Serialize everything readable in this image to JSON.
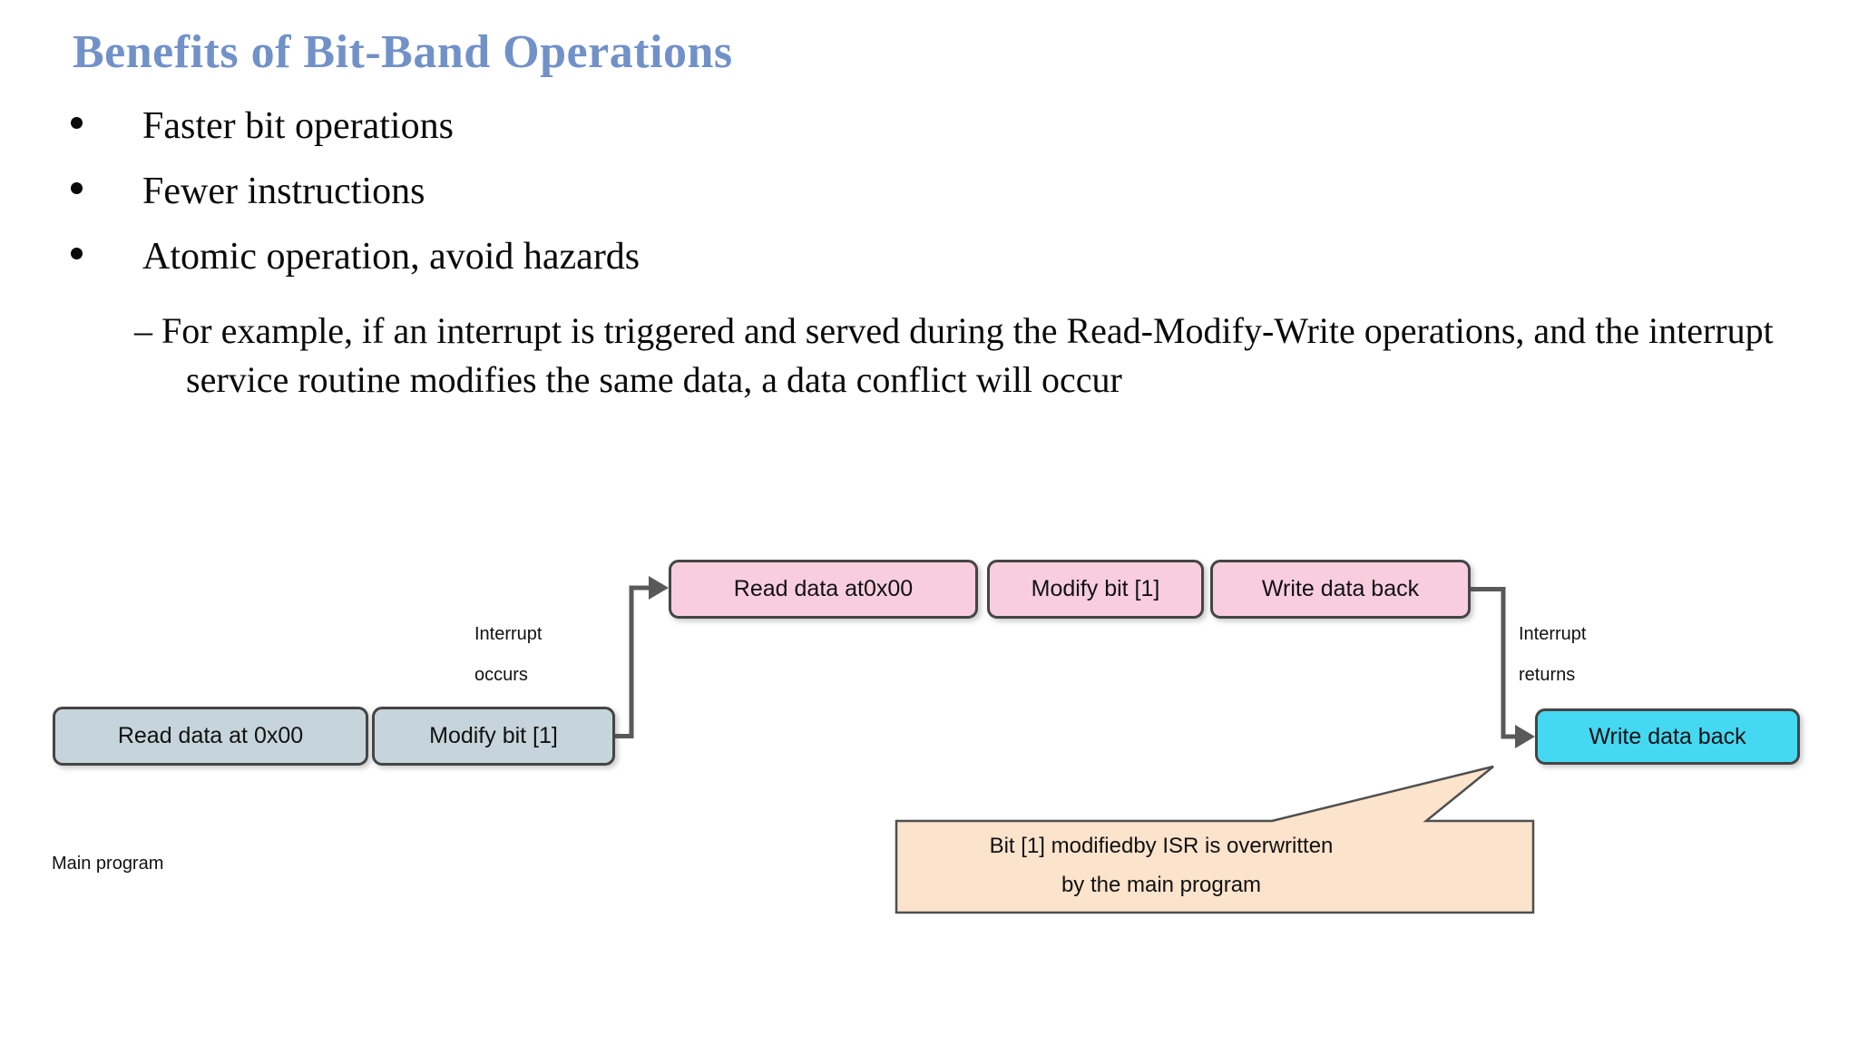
{
  "slide_title": {
    "text": "Benefits of Bit-Band Operations",
    "color": "#7191C8"
  },
  "bullets": [
    "Faster bit operations",
    "Fewer instructions",
    "Atomic operation, avoid hazards"
  ],
  "sub_bullet": "– For example, if an interrupt is triggered and served during the Read-Modify-Write operations, and the interrupt service routine modifies the same data, a data conflict will occur",
  "diagram": {
    "colors": {
      "isr_box_fill": "#F8CEDE",
      "main_box_fill": "#C6D5DC",
      "overwrite_box_fill": "#45D8F3",
      "callout_fill": "#FBE3CC",
      "box_border": "#454545",
      "connector": "#595959"
    },
    "isr_boxes": [
      {
        "label": "Read data at0x00"
      },
      {
        "label": "Modify bit [1]"
      },
      {
        "label": "Write data back"
      }
    ],
    "main_boxes": [
      {
        "label": "Read data at 0x00"
      },
      {
        "label": "Modify bit [1]"
      }
    ],
    "overwrite_box": {
      "label": "Write data back"
    },
    "interrupt_occurs": {
      "line1": "Interrupt",
      "line2": "occurs"
    },
    "interrupt_returns": {
      "line1": "Interrupt",
      "line2": "returns"
    },
    "main_program_label": "Main program",
    "callout": {
      "line1": "Bit [1] modifiedby ISR is overwritten",
      "line2": "by the main program"
    }
  }
}
